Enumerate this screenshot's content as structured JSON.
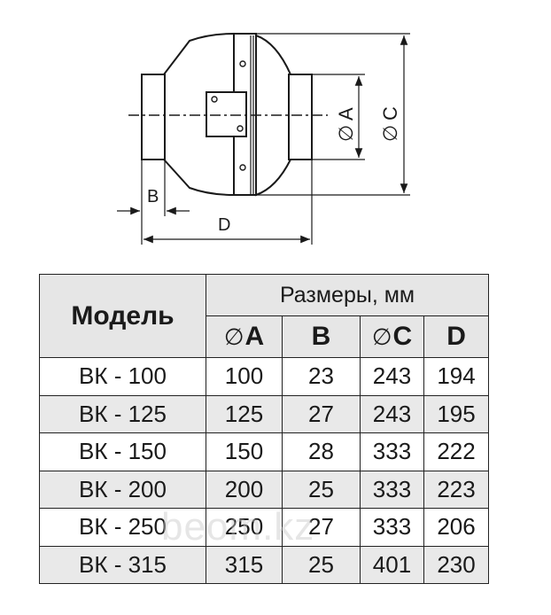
{
  "drawing": {
    "labels": {
      "b": "B",
      "d": "D",
      "a": "A",
      "c": "C",
      "diameter": "∅"
    }
  },
  "table": {
    "header_model": "Модель",
    "header_sizes": "Размеры, мм",
    "diameter_symbol": "∅",
    "columns": [
      "A",
      "B",
      "C",
      "D"
    ],
    "rows": [
      {
        "model": "ВК - 100",
        "a": "100",
        "b": "23",
        "c": "243",
        "d": "194"
      },
      {
        "model": "ВК - 125",
        "a": "125",
        "b": "27",
        "c": "243",
        "d": "195"
      },
      {
        "model": "ВК - 150",
        "a": "150",
        "b": "28",
        "c": "333",
        "d": "222"
      },
      {
        "model": "ВК - 200",
        "a": "200",
        "b": "25",
        "c": "333",
        "d": "223"
      },
      {
        "model": "ВК - 250",
        "a": "250",
        "b": "27",
        "c": "333",
        "d": "206"
      },
      {
        "model": "ВК - 315",
        "a": "315",
        "b": "25",
        "c": "401",
        "d": "230"
      }
    ]
  },
  "watermark": "beom.kz"
}
